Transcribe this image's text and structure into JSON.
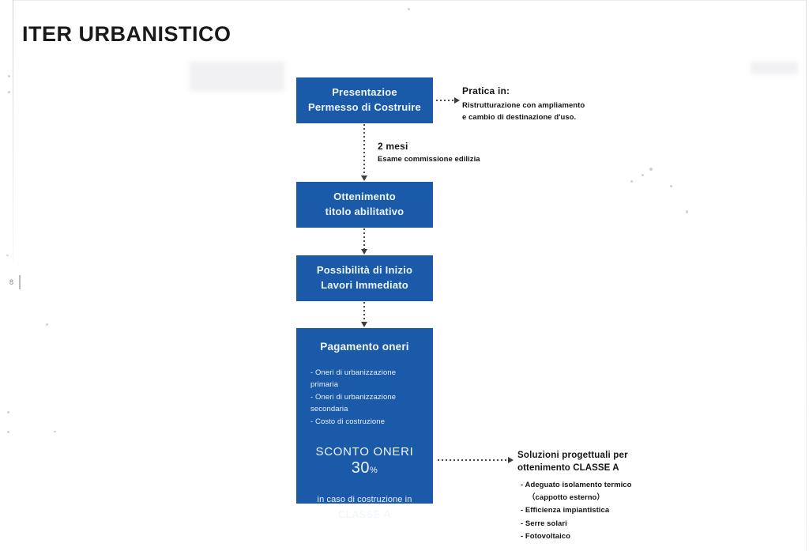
{
  "document": {
    "title": "ITER URBANISTICO"
  },
  "flow": {
    "boxes": [
      {
        "name": "presentazione-permesso",
        "lines": [
          "Presentazioe",
          "Permesso di Costruire"
        ]
      },
      {
        "name": "ottenimento-titolo",
        "lines": [
          "Ottenimento",
          "titolo abilitativo"
        ]
      },
      {
        "name": "possibilita-inizio-lavori",
        "lines": [
          "Possibilità di Inizio",
          "Lavori Immediato"
        ]
      }
    ],
    "pagamento": {
      "title": "Pagamento oneri",
      "items": [
        "- Oneri di urbanizzazione primaria",
        "- Oneri di urbanizzazione secondaria",
        "- Costo di costruzione"
      ],
      "sconto_label": "SCONTO ONERI",
      "sconto_value": "30",
      "sconto_unit": "%",
      "caso_line": "in caso di costruzione in",
      "classe_line": "CLASSE A"
    },
    "step_label": {
      "title": "2 mesi",
      "subtitle": "Esame commissione edilizia"
    }
  },
  "annotations": {
    "pratica": {
      "title": "Pratica in:",
      "lines": [
        "Ristrutturazione con ampliamento",
        "e cambio di destinazione d'uso."
      ]
    },
    "soluzioni": {
      "title_line_1": "Soluzioni  progettuali  per",
      "title_line_2": "ottenimento CLASSE A",
      "items": [
        "- Adeguato isolamento termico",
        "（cappotto esterno）",
        "- Efficienza impiantistica",
        "- Serre solari",
        "- Fotovoltaico"
      ]
    }
  },
  "colors": {
    "box_blue": "#1b5aa8",
    "box_text": "#eef4fb",
    "ink": "#141414",
    "page_background": "#ffffff"
  }
}
